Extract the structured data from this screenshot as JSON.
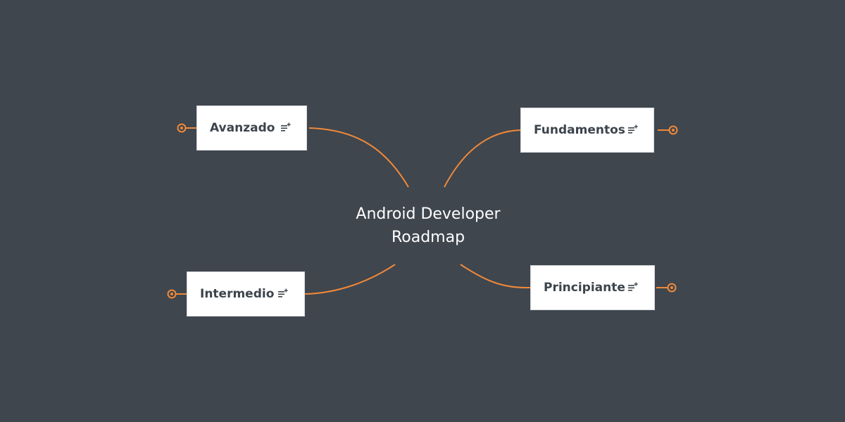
{
  "center": {
    "line1": "Android Developer",
    "line2": "Roadmap"
  },
  "nodes": [
    {
      "id": "avanzado",
      "label": "Avanzado",
      "icon": "note-add-icon"
    },
    {
      "id": "fundamentos",
      "label": "Fundamentos",
      "icon": "note-add-icon"
    },
    {
      "id": "intermedio",
      "label": "Intermedio",
      "icon": "note-add-icon"
    },
    {
      "id": "principiante",
      "label": "Principiante",
      "icon": "note-add-icon"
    }
  ],
  "colors": {
    "background": "#3f464e",
    "connector": "#f0893a",
    "node": "#ffffff",
    "text": "#3c444c"
  }
}
